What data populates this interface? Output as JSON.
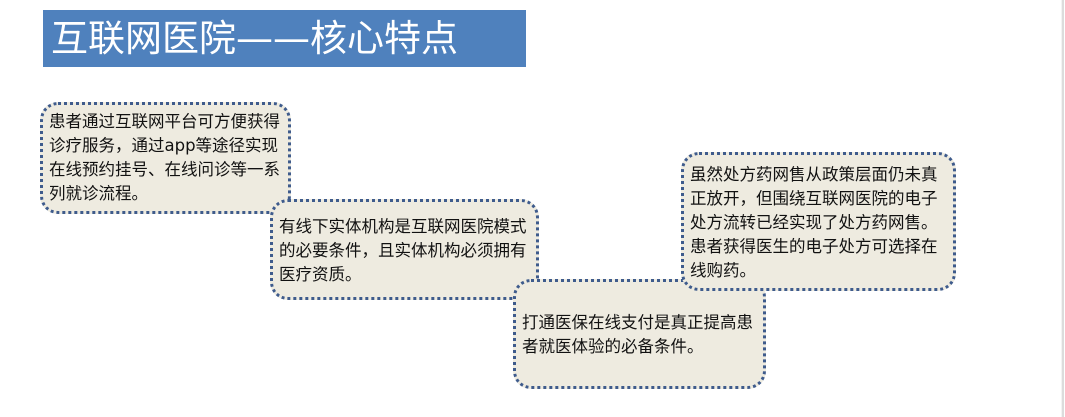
{
  "slide": {
    "title": "互联网医院——核心特点",
    "title_bg_color": "#4f81bd",
    "callout_bg_color": "#eeebe0",
    "callout_border_color": "#3e5b8c",
    "callouts": [
      {
        "text": "患者通过互联网平台可方便获得诊疗服务，通过app等途径实现在线预约挂号、在线问诊等一系列就诊流程。"
      },
      {
        "text": "有线下实体机构是互联网医院模式的必要条件，且实体机构必须拥有医疗资质。"
      },
      {
        "text": "打通医保在线支付是真正提高患者就医体验的必备条件。"
      },
      {
        "text": "虽然处方药网售从政策层面仍未真正放开，但围绕互联网医院的电子处方流转已经实现了处方药网售。患者获得医生的电子处方可选择在线购药。"
      }
    ]
  }
}
